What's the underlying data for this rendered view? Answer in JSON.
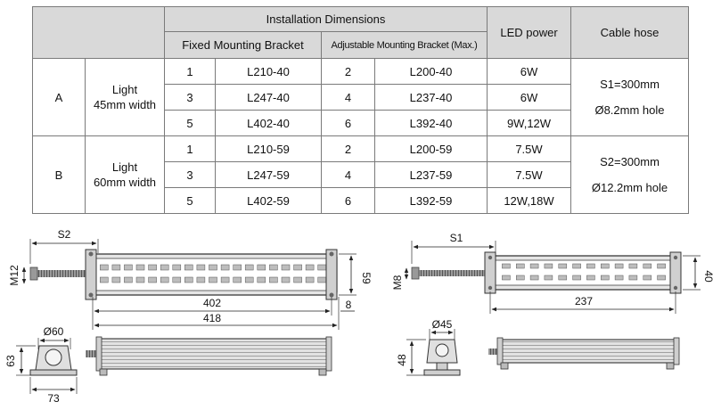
{
  "table": {
    "header": {
      "installation": "Installation Dimensions",
      "fixed": "Fixed Mounting Bracket",
      "adjustable": "Adjustable Mounting Bracket (Max.)",
      "led_power": "LED power",
      "cable_hose": "Cable hose"
    },
    "groups": [
      {
        "id": "A",
        "desc_line1": "Light",
        "desc_line2": "45mm width",
        "cable_line1": "S1=300mm",
        "cable_line2": "Ø8.2mm hole",
        "rows": [
          {
            "fixed_no": "1",
            "fixed_model": "L210-40",
            "adj_no": "2",
            "adj_model": "L200-40",
            "power": "6W"
          },
          {
            "fixed_no": "3",
            "fixed_model": "L247-40",
            "adj_no": "4",
            "adj_model": "L237-40",
            "power": "6W"
          },
          {
            "fixed_no": "5",
            "fixed_model": "L402-40",
            "adj_no": "6",
            "adj_model": "L392-40",
            "power": "9W,12W"
          }
        ]
      },
      {
        "id": "B",
        "desc_line1": "Light",
        "desc_line2": "60mm width",
        "cable_line1": "S2=300mm",
        "cable_line2": "Ø12.2mm hole",
        "rows": [
          {
            "fixed_no": "1",
            "fixed_model": "L210-59",
            "adj_no": "2",
            "adj_model": "L200-59",
            "power": "7.5W"
          },
          {
            "fixed_no": "3",
            "fixed_model": "L247-59",
            "adj_no": "4",
            "adj_model": "L237-59",
            "power": "7.5W"
          },
          {
            "fixed_no": "5",
            "fixed_model": "L402-59",
            "adj_no": "6",
            "adj_model": "L392-59",
            "power": "12W,18W"
          }
        ]
      }
    ]
  },
  "drawing_left": {
    "cable_label": "S2",
    "thread_label": "M12",
    "height_label": "59",
    "inner_length": "402",
    "overall_length": "418",
    "end_offset": "8",
    "bracket_dia": "Ø60",
    "bracket_height": "63",
    "bracket_width": "73"
  },
  "drawing_right": {
    "cable_label": "S1",
    "thread_label": "M8",
    "height_label": "40",
    "inner_length": "237",
    "bracket_dia": "Ø45",
    "bracket_height": "48"
  }
}
